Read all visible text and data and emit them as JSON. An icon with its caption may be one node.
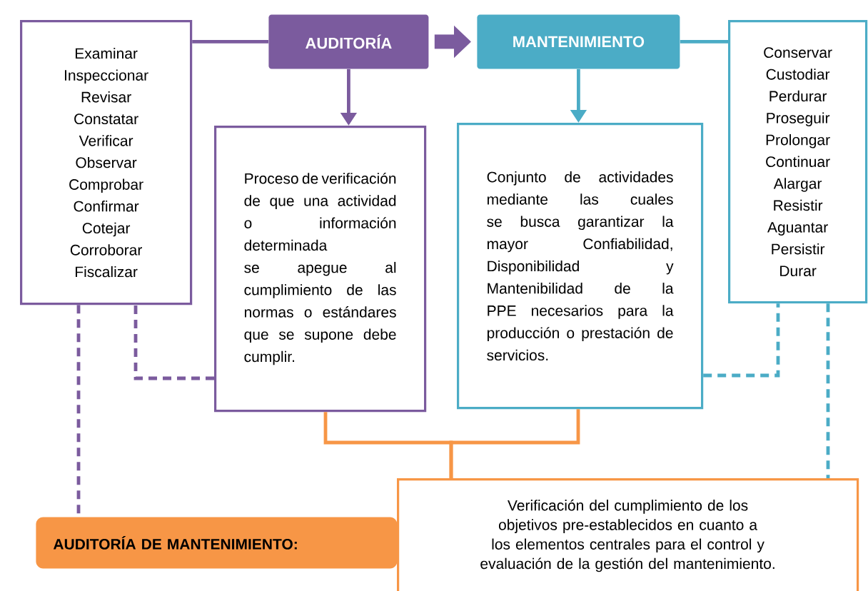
{
  "diagram": {
    "nodes": [
      {
        "text": [
          "AUDITORÍA"
        ]
      },
      {
        "text": [
          "MANTENIMIENTO"
        ]
      },
      {
        "text": [
          "Examinar",
          "Inspeccionar",
          "Revisar",
          "Constatar",
          "Verificar",
          "Observar",
          "Comprobar",
          "Confirmar",
          "Cotejar",
          "Corroborar",
          "Fiscalizar"
        ]
      },
      {
        "text": [
          "Proceso de verificación de que una actividad o información determinada se apegue al cumplimiento de las normas o estándares que se supone debe cumplir."
        ]
      },
      {
        "text": [
          "Conjunto de actividades mediante las cuales se busca garantizar la mayor Confiabilidad, Disponibilidad y Mantenibilidad de la PPE necesarios para la producción o prestación de servicios."
        ]
      },
      {
        "text": [
          "Conservar",
          "Custodiar",
          "Perdurar",
          "Proseguir",
          "Prolongar",
          "Continuar",
          "Alargar",
          "Resistir",
          "Aguantar",
          "Persistir",
          "Durar"
        ]
      },
      {
        "text": [
          "AUDITORÍA DE MANTENIMIENTO:"
        ]
      },
      {
        "text": [
          "Verificación del cumplimiento de los objetivos pre-establecidos en cuanto a los elementos centrales para el control y evaluación de la gestión del mantenimiento."
        ]
      }
    ],
    "edges": [
      {
        "from": 2,
        "to": 0,
        "arrow": "none"
      },
      {
        "from": 0,
        "to": 1,
        "arrow": "to",
        "style": "thick"
      },
      {
        "from": 0,
        "to": 3,
        "arrow": "to"
      },
      {
        "from": 1,
        "to": 5,
        "arrow": "none",
        "color": "#4bacc6"
      },
      {
        "from": 1,
        "to": 4,
        "arrow": "to",
        "color": "#4bacc6"
      },
      {
        "from": 3,
        "to": 2,
        "arrow": "none",
        "style": "dashed"
      },
      {
        "from": 4,
        "to": 5,
        "arrow": "none",
        "style": "dashed",
        "color": "#4bacc6"
      },
      {
        "from": 2,
        "to": 6,
        "arrow": "none",
        "style": "dashed"
      },
      {
        "from": 5,
        "to": 7,
        "arrow": "none",
        "style": "dashed",
        "color": "#4bacc6"
      },
      {
        "from": 3,
        "to": 7,
        "arrow": "none",
        "color": "#f79646"
      },
      {
        "from": 4,
        "to": 7,
        "arrow": "none",
        "color": "#f79646"
      }
    ]
  }
}
